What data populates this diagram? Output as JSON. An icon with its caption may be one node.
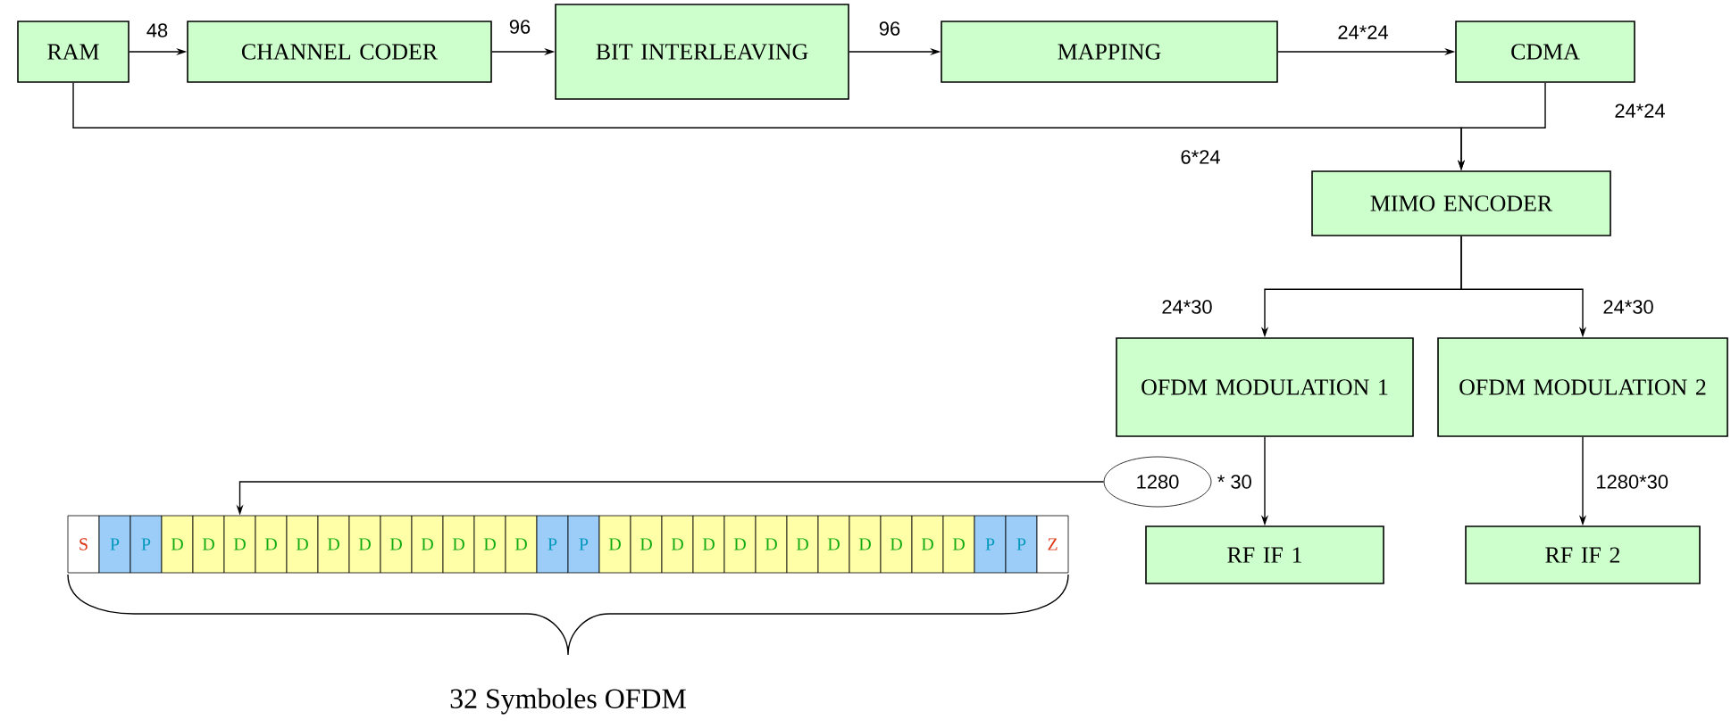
{
  "diagram": {
    "nodes": [
      {
        "text": [
          "RAM"
        ]
      },
      {
        "text": [
          "CHANNEL CODER"
        ]
      },
      {
        "text": [
          "BIT INTERLEAVING"
        ]
      },
      {
        "text": [
          "MAPPING"
        ]
      },
      {
        "text": [
          "CDMA"
        ]
      },
      {
        "text": [
          "MIMO ENCODER"
        ]
      },
      {
        "text": [
          "OFDM MODULATION 1"
        ]
      },
      {
        "text": [
          "OFDM MODULATION 2"
        ]
      },
      {
        "text": [
          "RF IF 1"
        ]
      },
      {
        "text": [
          "RF IF 2"
        ]
      },
      {
        "text": [
          "1280"
        ],
        "beside": [
          "* 30"
        ]
      },
      {
        "text": [
          "S"
        ]
      },
      {
        "text": [
          "P"
        ]
      },
      {
        "text": [
          "P"
        ]
      },
      {
        "text": [
          "D"
        ]
      },
      {
        "text": [
          "D"
        ]
      },
      {
        "text": [
          "D"
        ]
      },
      {
        "text": [
          "D"
        ]
      },
      {
        "text": [
          "D"
        ]
      },
      {
        "text": [
          "D"
        ]
      },
      {
        "text": [
          "D"
        ]
      },
      {
        "text": [
          "D"
        ]
      },
      {
        "text": [
          "D"
        ]
      },
      {
        "text": [
          "D"
        ]
      },
      {
        "text": [
          "D"
        ]
      },
      {
        "text": [
          "D"
        ]
      },
      {
        "text": [
          "P"
        ]
      },
      {
        "text": [
          "P"
        ]
      },
      {
        "text": [
          "D"
        ]
      },
      {
        "text": [
          "D"
        ]
      },
      {
        "text": [
          "D"
        ]
      },
      {
        "text": [
          "D"
        ]
      },
      {
        "text": [
          "D"
        ]
      },
      {
        "text": [
          "D"
        ]
      },
      {
        "text": [
          "D"
        ]
      },
      {
        "text": [
          "D"
        ]
      },
      {
        "text": [
          "D"
        ]
      },
      {
        "text": [
          "D"
        ]
      },
      {
        "text": [
          "D"
        ]
      },
      {
        "text": [
          "D"
        ]
      },
      {
        "text": [
          "P"
        ]
      },
      {
        "text": [
          "P"
        ]
      },
      {
        "text": [
          "Z"
        ]
      }
    ],
    "edges": [
      {
        "from": 0,
        "to": 1,
        "arrow": "to",
        "label": "48"
      },
      {
        "from": 1,
        "to": 2,
        "arrow": "to",
        "label": "96"
      },
      {
        "from": 2,
        "to": 3,
        "arrow": "to",
        "label": "96"
      },
      {
        "from": 3,
        "to": 4,
        "arrow": "to",
        "label": "24*24"
      },
      {
        "from": 4,
        "to": 5,
        "arrow": "to",
        "label": "24*24"
      },
      {
        "from": 0,
        "to": 5,
        "arrow": "to",
        "label": "6*24"
      },
      {
        "from": 5,
        "to": 6,
        "arrow": "to",
        "label": "24*30"
      },
      {
        "from": 5,
        "to": 7,
        "arrow": "to",
        "label": "24*30"
      },
      {
        "from": 6,
        "to": 8,
        "arrow": "to"
      },
      {
        "from": 7,
        "to": 9,
        "arrow": "to",
        "label": "1280*30"
      },
      {
        "from": 10,
        "to": 16,
        "arrow": "to"
      }
    ],
    "labels": [
      "32 Symboles OFDM"
    ]
  }
}
